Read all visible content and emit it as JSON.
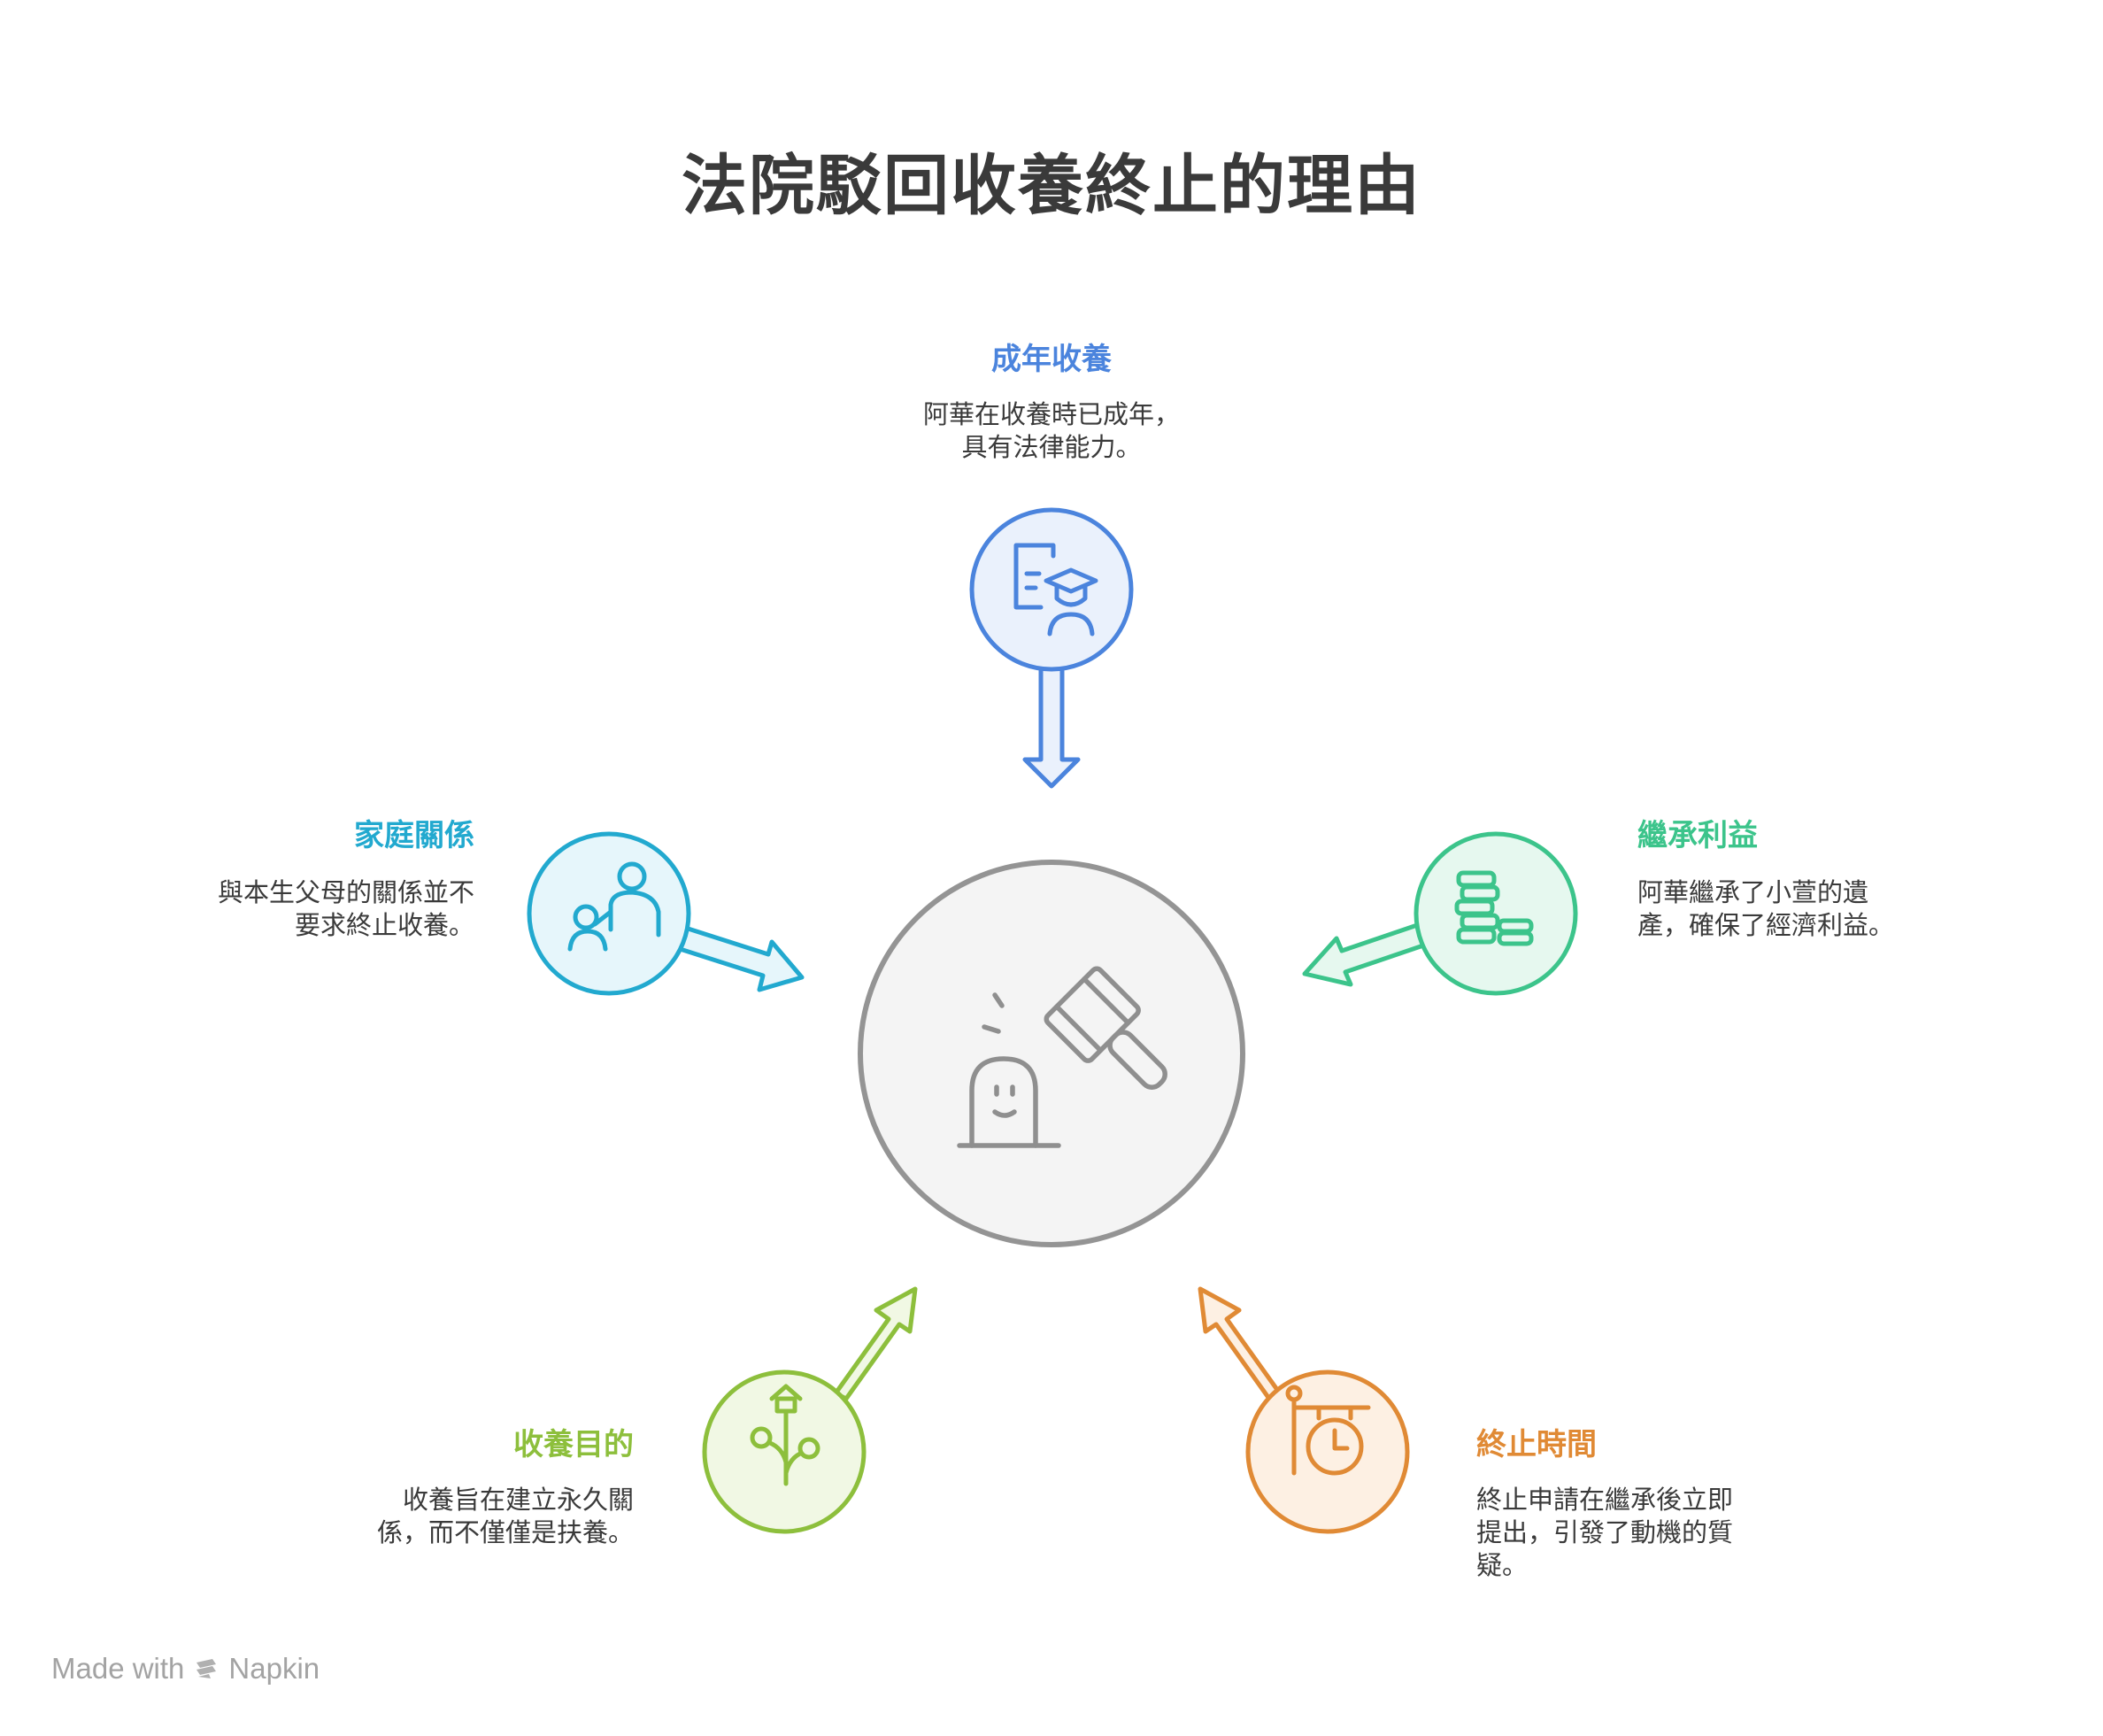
{
  "title": "法院駁回收養終止的理由",
  "colors": {
    "blue": "#4b84dd",
    "cyan": "#22a9cf",
    "green": "#3cc48b",
    "lime": "#8dbf3c",
    "orange": "#e08a35",
    "gray": "#8f8f8f"
  },
  "center": {
    "icon": "gavel-headstone-icon"
  },
  "nodes": [
    {
      "key": "adult",
      "icon": "document-graduate-icon",
      "label": "成年收養",
      "lines": [
        "阿華在收養時已成年，",
        "具有法律能力。"
      ]
    },
    {
      "key": "family",
      "icon": "family-icon",
      "label": "家庭關係",
      "lines": [
        "與本生父母的關係並不",
        "要求終止收養。"
      ]
    },
    {
      "key": "inherit",
      "icon": "coins-stack-icon",
      "label": "繼承利益",
      "lines": [
        "阿華繼承了小萱的遺",
        "產，確保了經濟利益。"
      ]
    },
    {
      "key": "purpose",
      "icon": "growing-home-icon",
      "label": "收養目的",
      "lines": [
        "收養旨在建立永久關",
        "係，而不僅僅是扶養。"
      ]
    },
    {
      "key": "timing",
      "icon": "hanging-clock-icon",
      "label": "終止時間",
      "lines": [
        "終止申請在繼承後立即",
        "提出，引發了動機的質",
        "疑。"
      ]
    }
  ],
  "footer": {
    "prefix": "Made with",
    "brand": "Napkin"
  }
}
